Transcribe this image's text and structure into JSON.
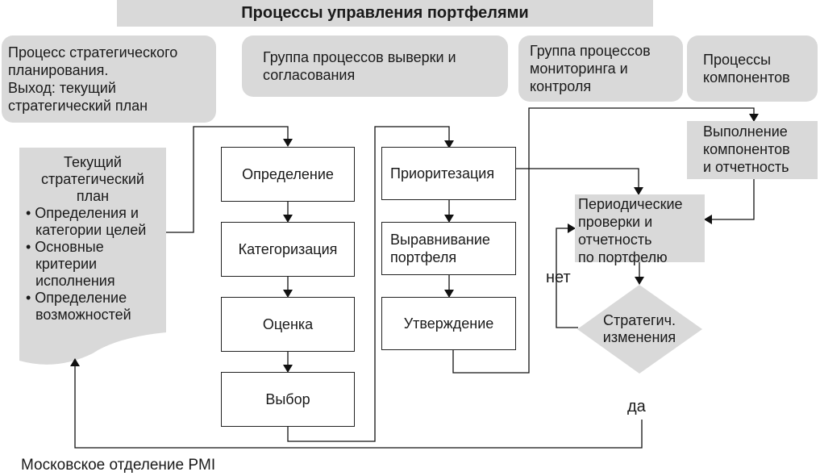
{
  "title": "Процессы управления портфелями",
  "headers": {
    "strategic_planning": [
      "Процесс стратегического",
      "планирования.",
      "Выход: текущий",
      "стратегический план"
    ],
    "alignment_group": [
      "Группа процессов выверки и",
      "согласования"
    ],
    "monitoring_group": [
      "Группа процессов",
      "мониторинга и",
      "контроля"
    ],
    "components_processes": [
      "Процессы",
      "компонентов"
    ]
  },
  "document": {
    "heading": [
      "Текущий",
      "стратегический",
      "план"
    ],
    "bullets": [
      [
        "• Определения и",
        "категории целей"
      ],
      [
        "• Основные",
        "критерии",
        "исполнения"
      ],
      [
        "• Определение",
        "возможностей"
      ]
    ]
  },
  "process_boxes": {
    "definition": "Определение",
    "categorization": "Категоризация",
    "evaluation": "Оценка",
    "selection": "Выбор",
    "prioritization": "Приоритезация",
    "alignment": [
      "Выравнивание",
      "портфеля"
    ],
    "approval": "Утверждение"
  },
  "components_execution": [
    "Выполнение",
    "компонентов",
    "и отчетность"
  ],
  "periodic_review": [
    "Периодические",
    "проверки и",
    "отчетность",
    "по портфелю"
  ],
  "decision": [
    "Стратегич.",
    "изменения"
  ],
  "labels": {
    "no": "нет",
    "yes": "да"
  },
  "footer": "Московское отделение PMI"
}
